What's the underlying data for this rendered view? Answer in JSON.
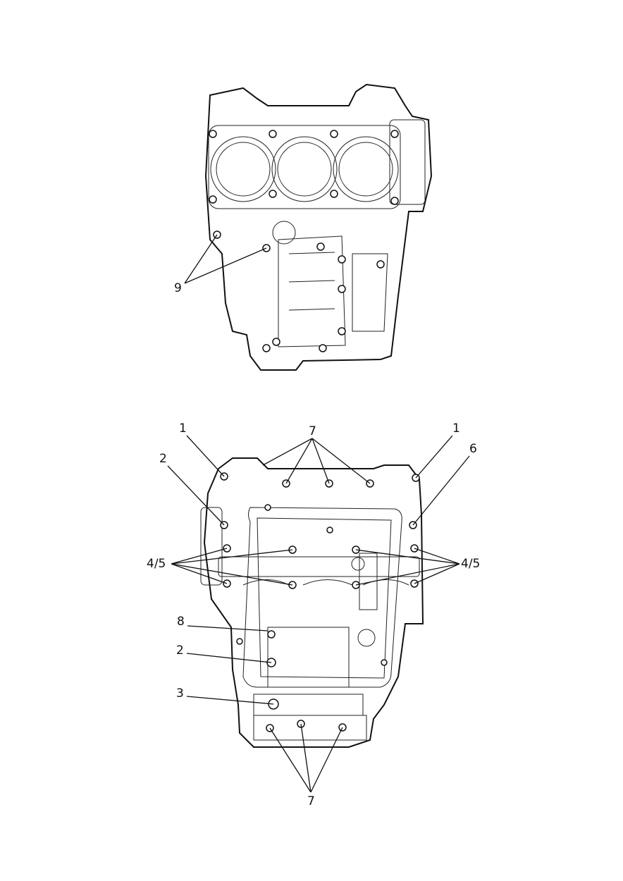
{
  "figure": {
    "top_view": {
      "callouts": [
        {
          "label": "9"
        }
      ]
    },
    "bottom_view": {
      "callouts": [
        {
          "label": "1"
        },
        {
          "label": "7"
        },
        {
          "label": "1"
        },
        {
          "label": "2"
        },
        {
          "label": "6"
        },
        {
          "label": "4/5"
        },
        {
          "label": "4/5"
        },
        {
          "label": "8"
        },
        {
          "label": "2"
        },
        {
          "label": "3"
        },
        {
          "label": "7"
        }
      ]
    }
  }
}
